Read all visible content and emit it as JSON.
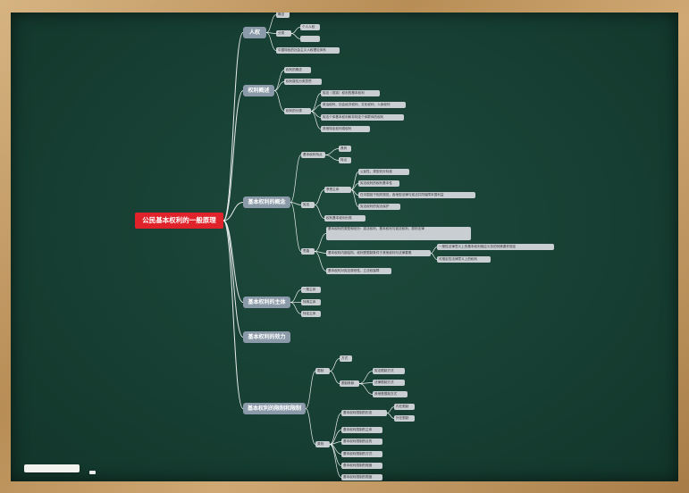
{
  "mindmap": {
    "root": "公民基本权利的一般原理",
    "branches": [
      {
        "label": "人权",
        "children": [
          "概念",
          "分类",
          "个人人权",
          "",
          "中国特色的社会主义人权理论体系"
        ]
      },
      {
        "label": "权利概述",
        "children": [
          "权利的概念",
          "权利属性分类意思",
          "权利的分类",
          "宪法（或宪）权利的基本权利",
          "政治权利、社会经济权利、文化权利、人身权利",
          "宪法个体基本权利和非特定个体群体的权利",
          "其他特定权利或权利"
        ]
      },
      {
        "label": "基本权利的概念",
        "children": [
          "基本权利特点",
          "具有",
          "特点",
          "宪法",
          "享受主体",
          "公民性、类型划分标准",
          "宪法权利的权利基本性",
          "在中国若干相关规范，各地型法律与宪法共同保障本国利益",
          "宪法权利的宪法保护",
          "权利基本权利分类",
          "思路",
          "基本权利的类型和划分：宪法权利，基本权利与宪法权利，原则法律",
          "基本权利内部结构，权利受限制条件于其他权利与法律要素",
          "一般性法律意义上的基本权利相应义务的特殊要件规定",
          "可推定性法律意义上的权利",
          "基本权利对宪法原则性，立法权保障"
        ]
      },
      {
        "label": "基本权利的主体",
        "children": [
          "一般主体",
          "特殊主体",
          "特定主体"
        ]
      },
      {
        "label": "基本权利的效力",
        "children": []
      },
      {
        "label": "基本权利的限制和限制",
        "children": [
          "限制",
          "方式",
          "限制条款",
          "宪法限制方式",
          "法律限制方式",
          "其他受限制方式",
          "原则",
          "基本权利限制的形态",
          "内在限制",
          "外在限制",
          "基本权利限制的主体",
          "基本权利限制的目的",
          "基本权利限制的方式",
          "基本权利限制的程度",
          "基本权利限制的限度"
        ]
      }
    ]
  },
  "colors": {
    "board": "#173f33",
    "frame": "#c29a63",
    "root": "#e0232b",
    "branch": "#8b9aa8",
    "leaf": "#c9ced3",
    "link": "#ffffff"
  }
}
